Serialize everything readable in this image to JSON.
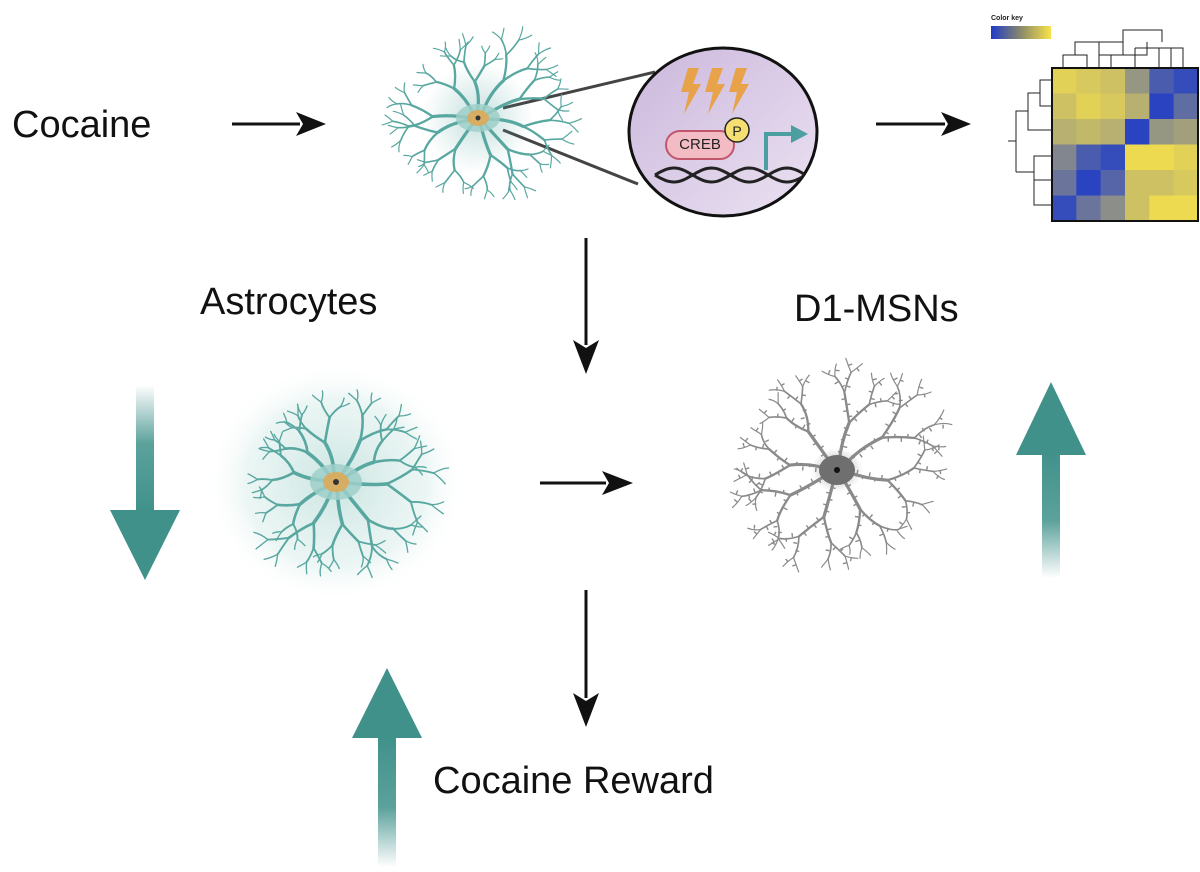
{
  "labels": {
    "cocaine": "Cocaine",
    "astrocytes": "Astrocytes",
    "d1_msns": "D1-MSNs",
    "cocaine_reward": "Cocaine Reward",
    "creb": "CREB",
    "phospho": "P",
    "color_key": "Color key"
  },
  "icons": {
    "lightning": "lightning-bolt-icon",
    "transcription_arrow": "transcription-start-arrow-icon",
    "dna": "dna-helix-icon"
  },
  "colors": {
    "teal": "#3f918a",
    "astro_light": "#9fcfc9",
    "astro_dark": "#58a7a0",
    "nucleus": "#e4a54a",
    "neuron_gray": "#8a8a8a",
    "zoom_fill": "#d9cce6",
    "lightning": "#e8a24a",
    "creb_fill": "#f3bcc5",
    "creb_stroke": "#c0566b",
    "phospho_fill": "#f5df72",
    "heat_blue": "#1f3bc7",
    "heat_yellow": "#f8e24a"
  },
  "heatmap": {
    "cells": [
      [
        0.9,
        0.85,
        0.8,
        0.55,
        0.2,
        0.1
      ],
      [
        0.8,
        0.9,
        0.85,
        0.7,
        0.05,
        0.3
      ],
      [
        0.7,
        0.75,
        0.7,
        0.05,
        0.55,
        0.6
      ],
      [
        0.45,
        0.2,
        0.1,
        0.95,
        0.95,
        0.9
      ],
      [
        0.35,
        0.05,
        0.25,
        0.8,
        0.8,
        0.85
      ],
      [
        0.1,
        0.35,
        0.5,
        0.8,
        0.95,
        0.95
      ]
    ]
  }
}
